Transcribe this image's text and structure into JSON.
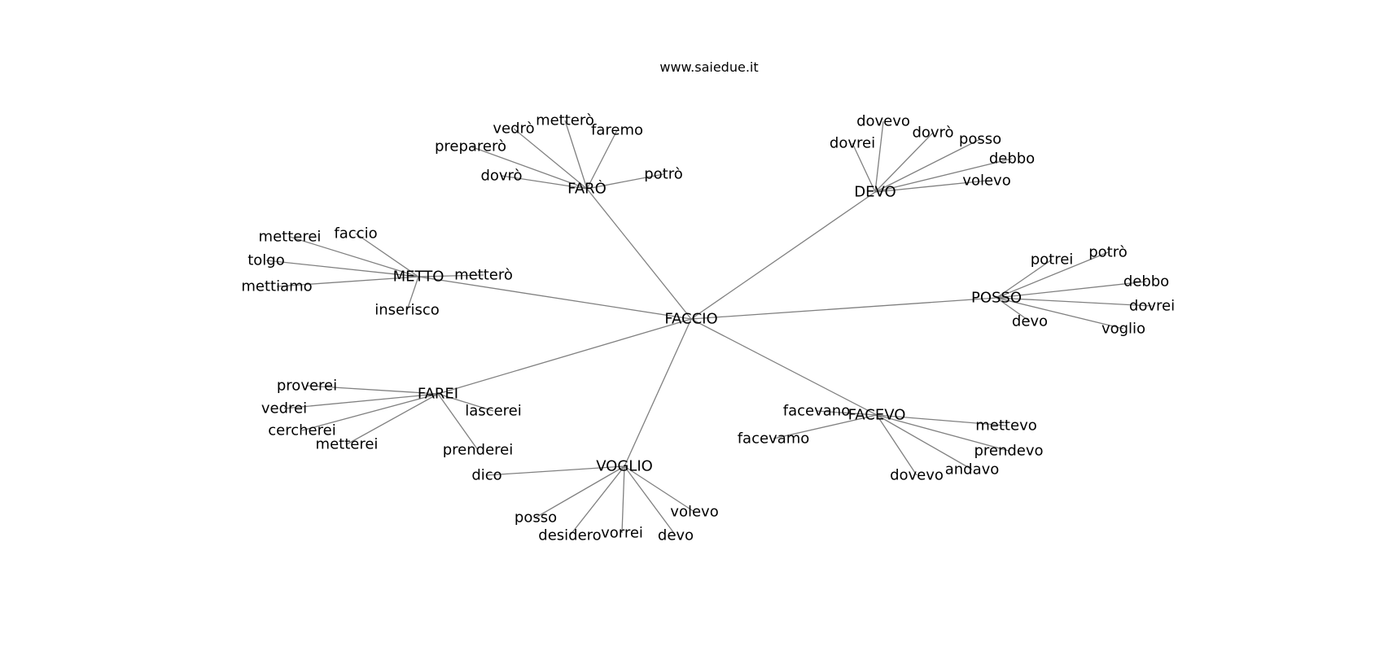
{
  "title": "www.saiedue.it",
  "root": "FACCIO",
  "hubs": [
    {
      "label": "FARÒ",
      "children": [
        "vedrò",
        "metterò",
        "faremo",
        "preparerò",
        "dovrò",
        "potrò"
      ]
    },
    {
      "label": "DEVO",
      "children": [
        "dovevo",
        "dovrò",
        "dovrei",
        "posso",
        "debbo",
        "volevo"
      ]
    },
    {
      "label": "METTO",
      "children": [
        "metterei",
        "faccio",
        "tolgo",
        "mettiamo",
        "metterò",
        "inserisco"
      ]
    },
    {
      "label": "POSSO",
      "children": [
        "potrei",
        "potrò",
        "debbo",
        "dovrei",
        "devo",
        "voglio"
      ]
    },
    {
      "label": "FAREI",
      "children": [
        "proverei",
        "vedrei",
        "cercherei",
        "metterei",
        "lascerei",
        "prenderei"
      ]
    },
    {
      "label": "VOGLIO",
      "children": [
        "dico",
        "posso",
        "desidero",
        "vorrei",
        "devo",
        "volevo"
      ]
    },
    {
      "label": "FACEVO",
      "children": [
        "facevano",
        "facevamo",
        "mettevo",
        "prendevo",
        "andavo",
        "dovevo"
      ]
    }
  ]
}
